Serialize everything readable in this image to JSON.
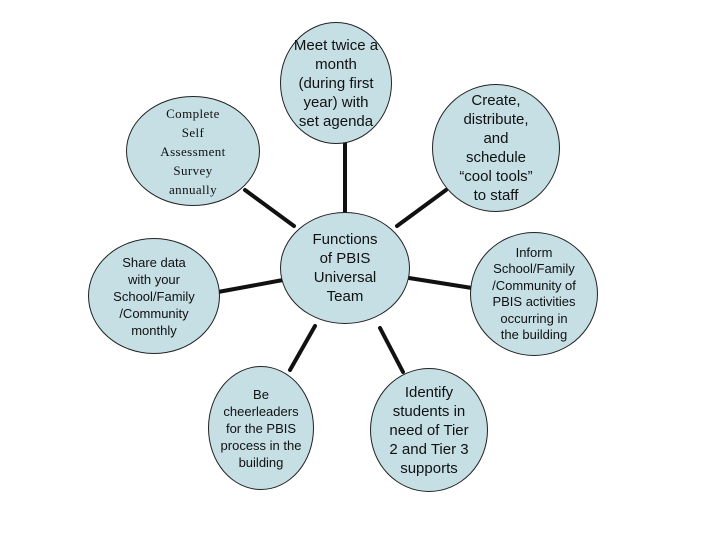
{
  "diagram": {
    "center": {
      "label": "Functions\nof PBIS\nUniversal\nTeam"
    },
    "nodes": [
      {
        "id": "meet",
        "label": "Meet twice a\nmonth\n(during first\nyear) with\nset agenda"
      },
      {
        "id": "create",
        "label": "Create,\ndistribute,\nand\nschedule\n“cool tools”\nto staff"
      },
      {
        "id": "inform",
        "label": "Inform\nSchool/Family\n/Community of\nPBIS activities\noccurring in\nthe building"
      },
      {
        "id": "identify",
        "label": "Identify\nstudents in\nneed of Tier\n2 and Tier 3\nsupports"
      },
      {
        "id": "cheer",
        "label": "Be\ncheerleaders\nfor the PBIS\nprocess in the\nbuilding"
      },
      {
        "id": "share",
        "label": "Share data\nwith your\nSchool/Family\n/Community\nmonthly"
      },
      {
        "id": "survey",
        "label": "Complete\nSelf\nAssessment\nSurvey\nannually"
      }
    ]
  },
  "colors": {
    "node_fill": "#c5dfe4",
    "node_border": "#222222",
    "connector": "#111111"
  }
}
